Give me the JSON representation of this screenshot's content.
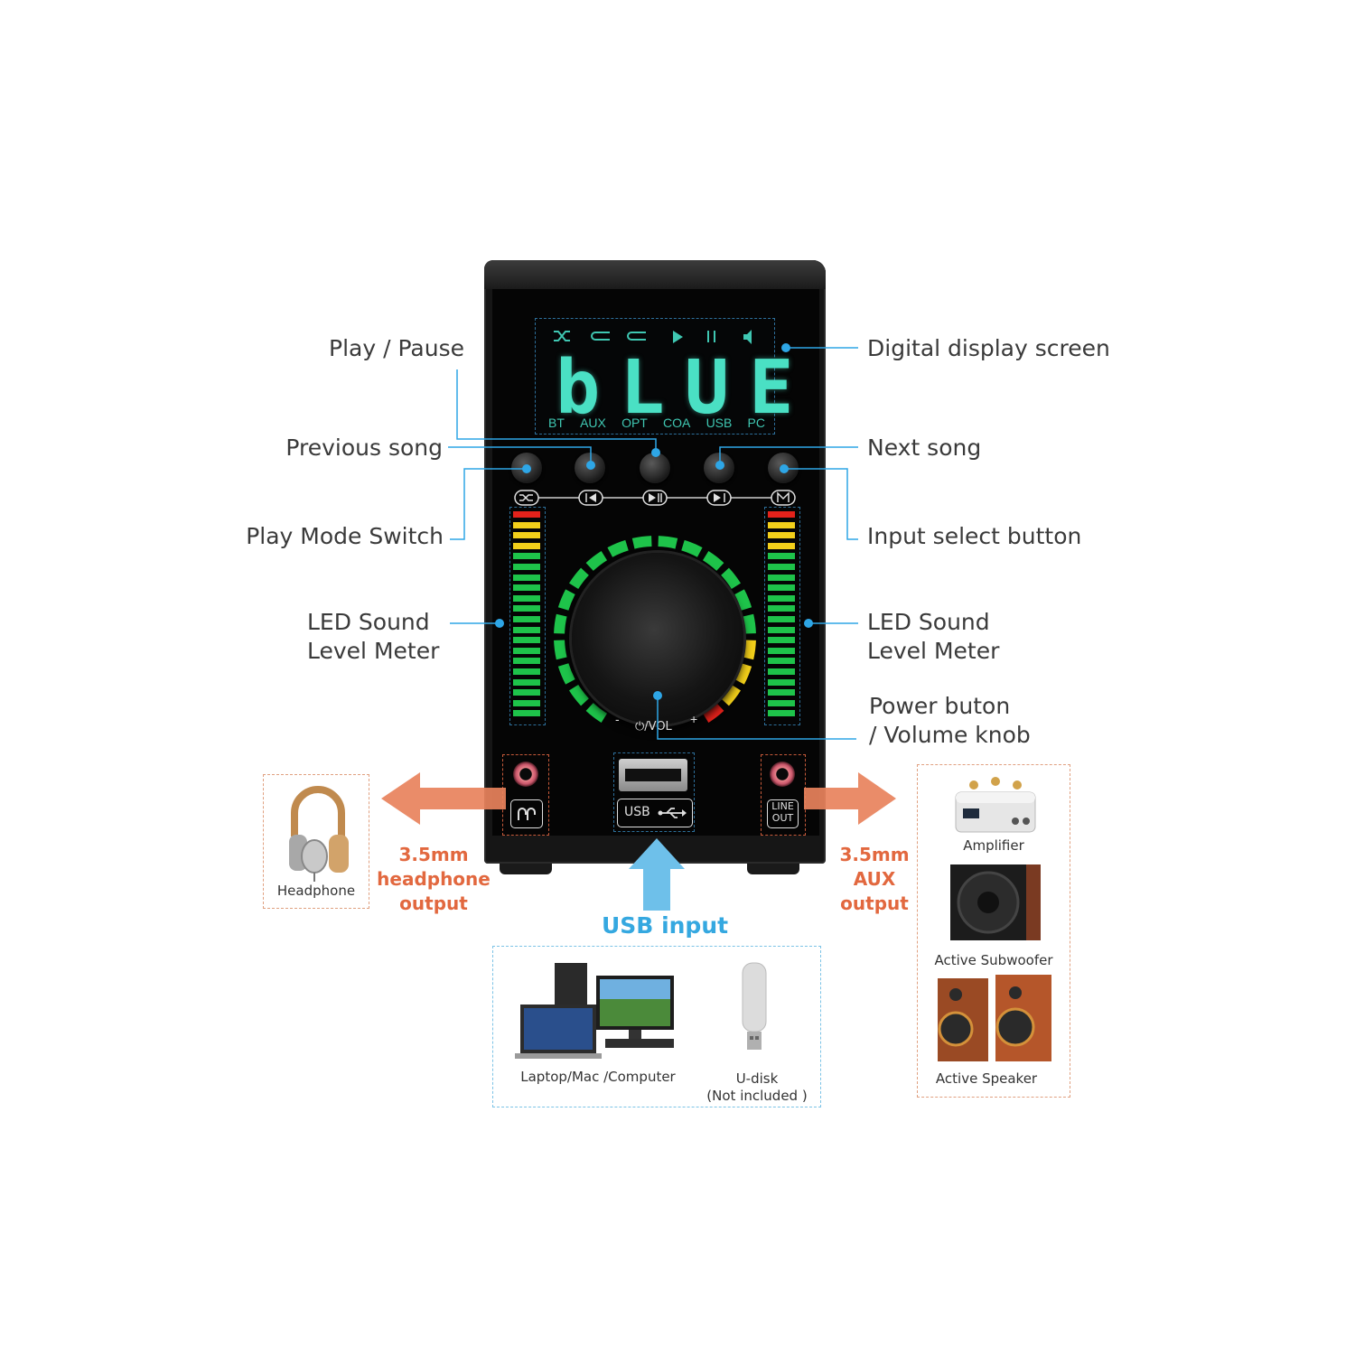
{
  "callouts": {
    "play_pause": "Play / Pause",
    "previous_song": "Previous song",
    "play_mode_switch": "Play Mode Switch",
    "led_meter_left_1": "LED Sound",
    "led_meter_left_2": "Level Meter",
    "digital_display": "Digital display screen",
    "next_song": "Next song",
    "input_select": "Input select button",
    "led_meter_right_1": "LED Sound",
    "led_meter_right_2": "Level Meter",
    "power_1": "Power buton",
    "power_2": "/ Volume knob"
  },
  "display": {
    "text": "bLUE",
    "modes": [
      "BT",
      "AUX",
      "OPT",
      "COA",
      "USB",
      "PC"
    ]
  },
  "panel": {
    "vol_label": "⏻/VOL",
    "vol_minus": "-",
    "vol_plus": "+",
    "usb_label": "USB",
    "line_out_1": "LINE",
    "line_out_2": "OUT"
  },
  "outputs": {
    "headphone_1": "3.5mm",
    "headphone_2": "headphone",
    "headphone_3": "output",
    "aux_1": "3.5mm",
    "aux_2": "AUX",
    "aux_3": "output",
    "usb_input": "USB input"
  },
  "devices": {
    "headphone": "Headphone",
    "amplifier": "Amplifier",
    "subwoofer": "Active Subwoofer",
    "speaker": "Active Speaker",
    "computer": "Laptop/Mac /Computer",
    "udisk_1": "U-disk",
    "udisk_2": "(Not included )"
  },
  "colors": {
    "callout_line": "#2ea6e6",
    "segment": "#4ae0c4",
    "arrow_orange": "#e8825c",
    "arrow_blue": "#6ec0ea",
    "led_green": "#1ec34a",
    "led_yellow": "#f2cf1a",
    "led_red": "#e3221b"
  }
}
